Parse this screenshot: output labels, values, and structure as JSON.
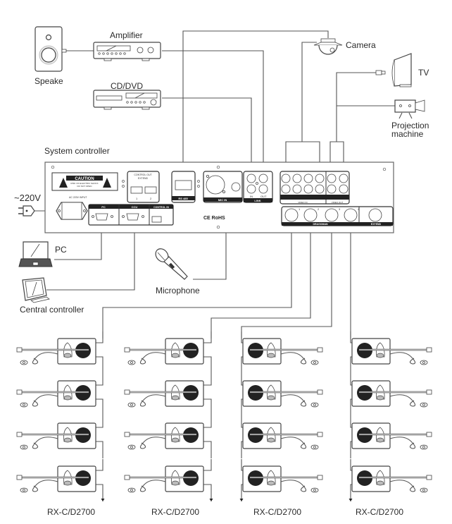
{
  "title": "Conference system wiring diagram",
  "devices": {
    "speaker": "Speake",
    "amplifier": "Amplifier",
    "cd_dvd": "CD/DVD",
    "camera": "Camera",
    "tv": "TV",
    "projector_line1": "Projection",
    "projector_line2": "machine",
    "system_controller": "System controller",
    "power": "~220V",
    "pc": "PC",
    "central_controller": "Central controller",
    "microphone": "Microphone"
  },
  "panel": {
    "caution_title": "CAUTION",
    "caution_line1": "RISK OF ELECTRIC SHOCK",
    "caution_line2": "DO NOT OPEN",
    "ac_input": "AC 220V INPUT",
    "control_out_line1": "CONTROL OUT",
    "control_out_line2": "EXTEND",
    "control_out_port1": "1",
    "control_out_port2": "2",
    "rs485": "RS 485",
    "mic_in": "MIC IN",
    "link": "LINK",
    "link_in": "IN",
    "link_out": "OUT",
    "video_in": "VIDEO IN",
    "video_out": "VIDEO OUT",
    "pc_port": "PC",
    "ccu_port": "CCU",
    "control_in": "CONTROL IN",
    "dragoman": "DRAGOMAN",
    "extend": "EXTEND",
    "dragoman_ports": [
      "1",
      "2",
      "3",
      "4"
    ],
    "certification": "CE RoHS"
  },
  "units": {
    "columns": [
      {
        "model": "RX-C/D2700",
        "count": 4
      },
      {
        "model": "RX-C/D2700",
        "count": 4
      },
      {
        "model": "RX-C/D2700",
        "count": 4
      },
      {
        "model": "RX-C/D2700",
        "count": 4
      }
    ]
  }
}
